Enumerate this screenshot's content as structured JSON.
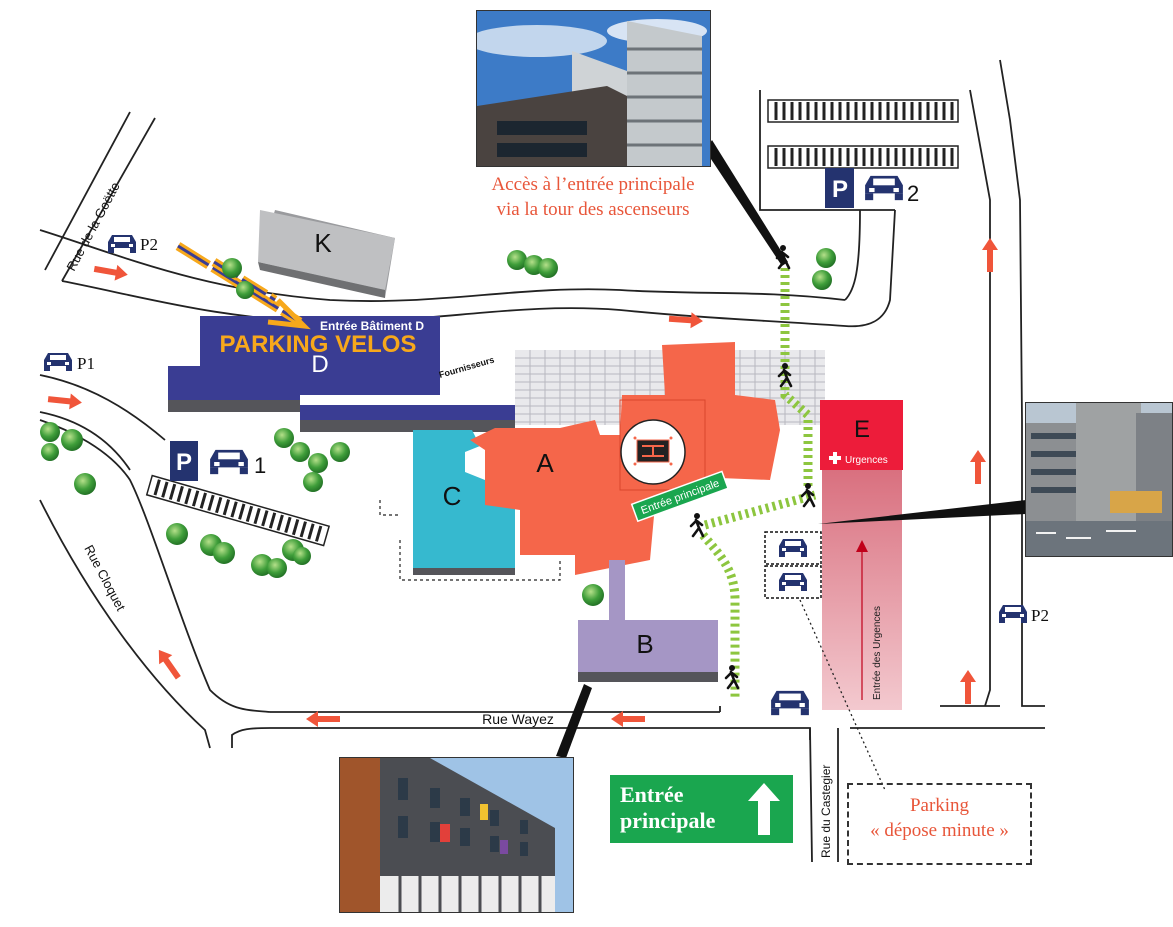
{
  "buildings": {
    "k": "K",
    "d": "D",
    "a": "A",
    "b": "B",
    "c": "C",
    "e": "E",
    "entree_batiment_d": "Entrée Bâtiment D",
    "parking_velos": "PARKING VELOS",
    "fournisseurs": "Fournisseurs",
    "urgences": "Urgences",
    "entree_principale_tag": "Entrée principale",
    "entree_urgences": "Entrée des Urgences"
  },
  "streets": {
    "goette": "Rue de la Goëtte",
    "cloquet": "Rue Cloquet",
    "wayez": "Rue Wayez",
    "castegier": "Rue du Castegier"
  },
  "parkings": {
    "p_letter": "P",
    "p1_label": "P1",
    "p2_label": "P2",
    "num_1": "1",
    "num_2": "2"
  },
  "annotations": {
    "tour_line1": "Accès à l’entrée principale",
    "tour_line2": "via la tour des ascenseurs",
    "depose_line1": "Parking",
    "depose_line2": "« dépose minute »"
  },
  "sign": {
    "line1": "Entrée",
    "line2": "principale"
  },
  "colors": {
    "building_a": "#f5664a",
    "building_b": "#a596c5",
    "building_c": "#36b9cf",
    "building_d": "#3a3d93",
    "building_k": "#bfc0c2",
    "building_e": "#ed1c3a",
    "urgences_zone": "#e8a0ab",
    "green_path": "#8dc63f",
    "tree": "#3f9e3a",
    "arrow": "#f0553a",
    "parking": "#24336f",
    "sign_green": "#1aa64f",
    "velos": "#f7a81b"
  }
}
